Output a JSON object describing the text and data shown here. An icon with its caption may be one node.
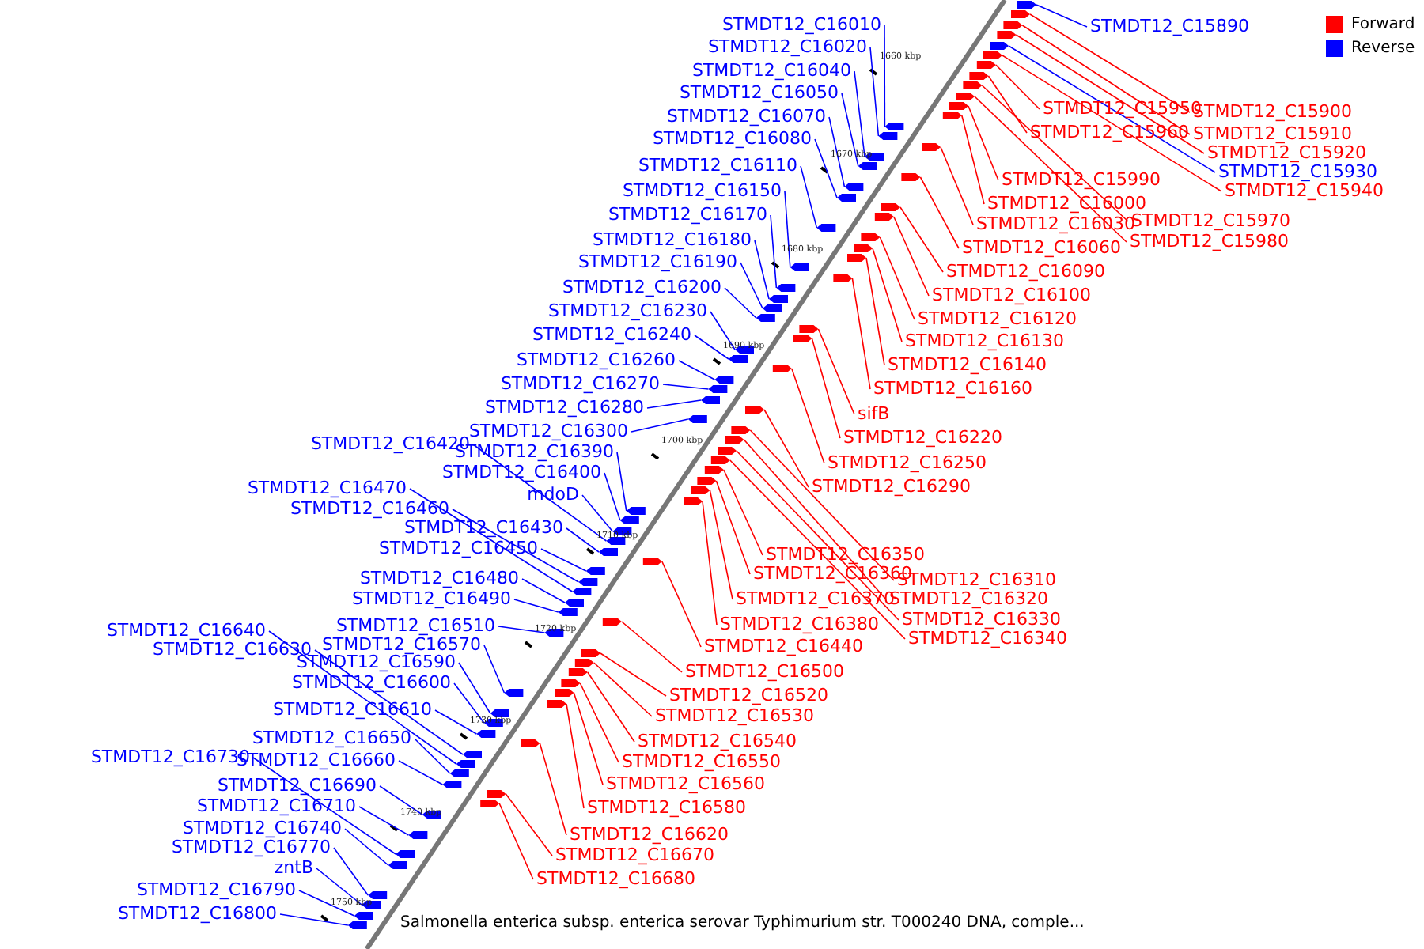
{
  "diagram": {
    "caption": "Salmonella enterica subsp. enterica serovar Typhimurium str. T000240 DNA, comple...",
    "nodes": [
      {
        "text": [
          "STMDT12_C16010"
        ]
      },
      {
        "text": [
          "STMDT12_C15890"
        ]
      },
      {
        "text": [
          "STMDT12_C16020"
        ]
      },
      {
        "text": [
          "STMDT12_C16040"
        ]
      },
      {
        "text": [
          "STMDT12_C16050"
        ]
      },
      {
        "text": [
          "STMDT12_C15950"
        ]
      },
      {
        "text": [
          "STMDT12_C15900"
        ]
      },
      {
        "text": [
          "STMDT12_C16070"
        ]
      },
      {
        "text": [
          "STMDT12_C15960"
        ]
      },
      {
        "text": [
          "STMDT12_C15910"
        ]
      },
      {
        "text": [
          "STMDT12_C16080"
        ]
      },
      {
        "text": [
          "STMDT12_C15920"
        ]
      },
      {
        "text": [
          "STMDT12_C16110"
        ]
      },
      {
        "text": [
          "STMDT12_C15930"
        ]
      },
      {
        "text": [
          "STMDT12_C15990"
        ]
      },
      {
        "text": [
          "STMDT12_C16150"
        ]
      },
      {
        "text": [
          "STMDT12_C15940"
        ]
      },
      {
        "text": [
          "STMDT12_C16000"
        ]
      },
      {
        "text": [
          "STMDT12_C16170"
        ]
      },
      {
        "text": [
          "STMDT12_C15970"
        ]
      },
      {
        "text": [
          "STMDT12_C16030"
        ]
      },
      {
        "text": [
          "STMDT12_C16180"
        ]
      },
      {
        "text": [
          "STMDT12_C15980"
        ]
      },
      {
        "text": [
          "STMDT12_C16060"
        ]
      },
      {
        "text": [
          "STMDT12_C16190"
        ]
      },
      {
        "text": [
          "STMDT12_C16090"
        ]
      },
      {
        "text": [
          "STMDT12_C16200"
        ]
      },
      {
        "text": [
          "STMDT12_C16100"
        ]
      },
      {
        "text": [
          "STMDT12_C16230"
        ]
      },
      {
        "text": [
          "STMDT12_C16120"
        ]
      },
      {
        "text": [
          "STMDT12_C16240"
        ]
      },
      {
        "text": [
          "STMDT12_C16130"
        ]
      },
      {
        "text": [
          "STMDT12_C16260"
        ]
      },
      {
        "text": [
          "STMDT12_C16140"
        ]
      },
      {
        "text": [
          "STMDT12_C16270"
        ]
      },
      {
        "text": [
          "STMDT12_C16160"
        ]
      },
      {
        "text": [
          "STMDT12_C16280"
        ]
      },
      {
        "text": [
          "sifB"
        ]
      },
      {
        "text": [
          "STMDT12_C16300"
        ]
      },
      {
        "text": [
          "STMDT12_C16220"
        ]
      },
      {
        "text": [
          "STMDT12_C16420"
        ]
      },
      {
        "text": [
          "STMDT12_C16390"
        ]
      },
      {
        "text": [
          "STMDT12_C16250"
        ]
      },
      {
        "text": [
          "STMDT12_C16400"
        ]
      },
      {
        "text": [
          "STMDT12_C16290"
        ]
      },
      {
        "text": [
          "STMDT12_C16470"
        ]
      },
      {
        "text": [
          "mdoD"
        ]
      },
      {
        "text": [
          "STMDT12_C16460"
        ]
      },
      {
        "text": [
          "STMDT12_C16430"
        ]
      },
      {
        "text": [
          "STMDT12_C16450"
        ]
      },
      {
        "text": [
          "STMDT12_C16350"
        ]
      },
      {
        "text": [
          "STMDT12_C16360"
        ]
      },
      {
        "text": [
          "STMDT12_C16480"
        ]
      },
      {
        "text": [
          "STMDT12_C16310"
        ]
      },
      {
        "text": [
          "STMDT12_C16490"
        ]
      },
      {
        "text": [
          "STMDT12_C16370"
        ]
      },
      {
        "text": [
          "STMDT12_C16320"
        ]
      },
      {
        "text": [
          "STMDT12_C16330"
        ]
      },
      {
        "text": [
          "STMDT12_C16380"
        ]
      },
      {
        "text": [
          "STMDT12_C16510"
        ]
      },
      {
        "text": [
          "STMDT12_C16640"
        ]
      },
      {
        "text": [
          "STMDT12_C16340"
        ]
      },
      {
        "text": [
          "STMDT12_C16570"
        ]
      },
      {
        "text": [
          "STMDT12_C16440"
        ]
      },
      {
        "text": [
          "STMDT12_C16630"
        ]
      },
      {
        "text": [
          "STMDT12_C16590"
        ]
      },
      {
        "text": [
          "STMDT12_C16500"
        ]
      },
      {
        "text": [
          "STMDT12_C16600"
        ]
      },
      {
        "text": [
          "STMDT12_C16520"
        ]
      },
      {
        "text": [
          "STMDT12_C16610"
        ]
      },
      {
        "text": [
          "STMDT12_C16530"
        ]
      },
      {
        "text": [
          "STMDT12_C16650"
        ]
      },
      {
        "text": [
          "STMDT12_C16540"
        ]
      },
      {
        "text": [
          "STMDT12_C16730"
        ]
      },
      {
        "text": [
          "STMDT12_C16660"
        ]
      },
      {
        "text": [
          "STMDT12_C16550"
        ]
      },
      {
        "text": [
          "STMDT12_C16560"
        ]
      },
      {
        "text": [
          "STMDT12_C16690"
        ]
      },
      {
        "text": [
          "STMDT12_C16710"
        ]
      },
      {
        "text": [
          "STMDT12_C16580"
        ]
      },
      {
        "text": [
          "STMDT12_C16740"
        ]
      },
      {
        "text": [
          "STMDT12_C16620"
        ]
      },
      {
        "text": [
          "STMDT12_C16770"
        ]
      },
      {
        "text": [
          "STMDT12_C16670"
        ]
      },
      {
        "text": [
          "zntB"
        ]
      },
      {
        "text": [
          "STMDT12_C16680"
        ]
      },
      {
        "text": [
          "STMDT12_C16790"
        ]
      },
      {
        "text": [
          "STMDT12_C16800"
        ]
      },
      {
        "text": [],
        "shape": "arrow"
      },
      {
        "text": [],
        "shape": "arrow"
      },
      {
        "text": [],
        "shape": "arrow"
      },
      {
        "text": [],
        "shape": "arrow"
      },
      {
        "text": [],
        "shape": "arrow"
      },
      {
        "text": [],
        "shape": "arrow"
      },
      {
        "text": [],
        "shape": "arrow"
      },
      {
        "text": [],
        "shape": "arrow"
      },
      {
        "text": [],
        "shape": "arrow"
      },
      {
        "text": [],
        "shape": "arrow"
      },
      {
        "text": [],
        "shape": "arrow"
      },
      {
        "text": [],
        "shape": "arrow"
      },
      {
        "text": [],
        "shape": "arrow"
      },
      {
        "text": [],
        "shape": "arrow"
      },
      {
        "text": [],
        "shape": "arrow"
      },
      {
        "text": [],
        "shape": "arrow"
      },
      {
        "text": [],
        "shape": "arrow"
      },
      {
        "text": [],
        "shape": "arrow"
      },
      {
        "text": [],
        "shape": "arrow"
      },
      {
        "text": [],
        "shape": "arrow"
      },
      {
        "text": [],
        "shape": "arrow"
      },
      {
        "text": [],
        "shape": "arrow"
      },
      {
        "text": [],
        "shape": "arrow"
      },
      {
        "text": [],
        "shape": "arrow"
      },
      {
        "text": [],
        "shape": "arrow"
      },
      {
        "text": [],
        "shape": "arrow"
      },
      {
        "text": [],
        "shape": "arrow"
      },
      {
        "text": [],
        "shape": "arrow"
      },
      {
        "text": [],
        "shape": "arrow"
      },
      {
        "text": [],
        "shape": "arrow"
      },
      {
        "text": [],
        "shape": "arrow"
      },
      {
        "text": [],
        "shape": "arrow"
      },
      {
        "text": [],
        "shape": "arrow"
      },
      {
        "text": [],
        "shape": "arrow"
      },
      {
        "text": [],
        "shape": "arrow"
      },
      {
        "text": [],
        "shape": "arrow"
      },
      {
        "text": [],
        "shape": "arrow"
      },
      {
        "text": [],
        "shape": "arrow"
      },
      {
        "text": [],
        "shape": "arrow"
      },
      {
        "text": [],
        "shape": "arrow"
      },
      {
        "text": [],
        "shape": "arrow"
      },
      {
        "text": [],
        "shape": "arrow"
      },
      {
        "text": [],
        "shape": "arrow"
      },
      {
        "text": [],
        "shape": "arrow"
      },
      {
        "text": [],
        "shape": "arrow"
      },
      {
        "text": [],
        "shape": "arrow"
      },
      {
        "text": [],
        "shape": "arrow"
      },
      {
        "text": [],
        "shape": "arrow"
      },
      {
        "text": [],
        "shape": "arrow"
      },
      {
        "text": [],
        "shape": "arrow"
      },
      {
        "text": [],
        "shape": "arrow"
      },
      {
        "text": [],
        "shape": "arrow"
      },
      {
        "text": [],
        "shape": "arrow"
      },
      {
        "text": [],
        "shape": "arrow"
      },
      {
        "text": [],
        "shape": "arrow"
      },
      {
        "text": [],
        "shape": "arrow"
      },
      {
        "text": [],
        "shape": "arrow"
      },
      {
        "text": [],
        "shape": "arrow"
      },
      {
        "text": [],
        "shape": "arrow"
      },
      {
        "text": [],
        "shape": "arrow"
      },
      {
        "text": [],
        "shape": "arrow"
      },
      {
        "text": [],
        "shape": "arrow"
      },
      {
        "text": [],
        "shape": "arrow"
      },
      {
        "text": [],
        "shape": "arrow"
      },
      {
        "text": [],
        "shape": "arrow"
      },
      {
        "text": [],
        "shape": "arrow"
      },
      {
        "text": [],
        "shape": "arrow"
      },
      {
        "text": [],
        "shape": "arrow"
      },
      {
        "text": [],
        "shape": "arrow"
      },
      {
        "text": [],
        "shape": "arrow"
      },
      {
        "text": [],
        "shape": "arrow"
      },
      {
        "text": [],
        "shape": "arrow"
      },
      {
        "text": [],
        "shape": "arrow"
      },
      {
        "text": [],
        "shape": "arrow"
      },
      {
        "text": [],
        "shape": "arrow"
      },
      {
        "text": [],
        "shape": "arrow"
      },
      {
        "text": [],
        "shape": "arrow"
      },
      {
        "text": [],
        "shape": "arrow"
      },
      {
        "text": [],
        "shape": "arrow"
      },
      {
        "text": [],
        "shape": "arrow"
      },
      {
        "text": [],
        "shape": "arrow"
      },
      {
        "text": [],
        "shape": "arrow"
      },
      {
        "text": [],
        "shape": "arrow"
      },
      {
        "text": [],
        "shape": "arrow"
      },
      {
        "text": [],
        "shape": "arrow"
      },
      {
        "text": [],
        "shape": "arrow"
      },
      {
        "text": [],
        "shape": "arrow"
      },
      {
        "text": [],
        "shape": "arrow"
      }
    ],
    "edges": [
      {
        "from": 0,
        "to": 100,
        "arrow": "none",
        "color": "#0000ff"
      },
      {
        "from": 1,
        "to": 88,
        "arrow": "none",
        "color": "#0000ff"
      },
      {
        "from": 2,
        "to": 101,
        "arrow": "none",
        "color": "#0000ff"
      },
      {
        "from": 3,
        "to": 103,
        "arrow": "none",
        "color": "#0000ff"
      },
      {
        "from": 4,
        "to": 104,
        "arrow": "none",
        "color": "#0000ff"
      },
      {
        "from": 5,
        "to": 94,
        "arrow": "none",
        "color": "#ff0000"
      },
      {
        "from": 6,
        "to": 89,
        "arrow": "none",
        "color": "#ff0000"
      },
      {
        "from": 7,
        "to": 106,
        "arrow": "none",
        "color": "#0000ff"
      },
      {
        "from": 8,
        "to": 95,
        "arrow": "none",
        "color": "#ff0000"
      },
      {
        "from": 9,
        "to": 90,
        "arrow": "none",
        "color": "#ff0000"
      },
      {
        "from": 10,
        "to": 107,
        "arrow": "none",
        "color": "#0000ff"
      },
      {
        "from": 11,
        "to": 91,
        "arrow": "none",
        "color": "#ff0000"
      },
      {
        "from": 12,
        "to": 110,
        "arrow": "none",
        "color": "#0000ff"
      },
      {
        "from": 13,
        "to": 92,
        "arrow": "none",
        "color": "#0000ff"
      },
      {
        "from": 14,
        "to": 98,
        "arrow": "none",
        "color": "#ff0000"
      },
      {
        "from": 15,
        "to": 114,
        "arrow": "none",
        "color": "#0000ff"
      },
      {
        "from": 16,
        "to": 93,
        "arrow": "none",
        "color": "#ff0000"
      },
      {
        "from": 17,
        "to": 99,
        "arrow": "none",
        "color": "#ff0000"
      },
      {
        "from": 18,
        "to": 116,
        "arrow": "none",
        "color": "#0000ff"
      },
      {
        "from": 19,
        "to": 96,
        "arrow": "none",
        "color": "#ff0000"
      },
      {
        "from": 20,
        "to": 102,
        "arrow": "none",
        "color": "#ff0000"
      },
      {
        "from": 21,
        "to": 117,
        "arrow": "none",
        "color": "#0000ff"
      },
      {
        "from": 22,
        "to": 97,
        "arrow": "none",
        "color": "#ff0000"
      },
      {
        "from": 23,
        "to": 105,
        "arrow": "none",
        "color": "#ff0000"
      },
      {
        "from": 24,
        "to": 118,
        "arrow": "none",
        "color": "#0000ff"
      },
      {
        "from": 25,
        "to": 108,
        "arrow": "none",
        "color": "#ff0000"
      },
      {
        "from": 26,
        "to": 119,
        "arrow": "none",
        "color": "#0000ff"
      },
      {
        "from": 27,
        "to": 109,
        "arrow": "none",
        "color": "#ff0000"
      },
      {
        "from": 28,
        "to": 122,
        "arrow": "none",
        "color": "#0000ff"
      },
      {
        "from": 29,
        "to": 111,
        "arrow": "none",
        "color": "#ff0000"
      },
      {
        "from": 30,
        "to": 123,
        "arrow": "none",
        "color": "#0000ff"
      },
      {
        "from": 31,
        "to": 112,
        "arrow": "none",
        "color": "#ff0000"
      },
      {
        "from": 32,
        "to": 125,
        "arrow": "none",
        "color": "#0000ff"
      },
      {
        "from": 33,
        "to": 113,
        "arrow": "none",
        "color": "#ff0000"
      },
      {
        "from": 34,
        "to": 126,
        "arrow": "none",
        "color": "#0000ff"
      },
      {
        "from": 35,
        "to": 115,
        "arrow": "none",
        "color": "#ff0000"
      },
      {
        "from": 36,
        "to": 127,
        "arrow": "none",
        "color": "#0000ff"
      },
      {
        "from": 37,
        "to": 120,
        "arrow": "none",
        "color": "#ff0000"
      },
      {
        "from": 38,
        "to": 129,
        "arrow": "none",
        "color": "#0000ff"
      },
      {
        "from": 39,
        "to": 121,
        "arrow": "none",
        "color": "#ff0000"
      },
      {
        "from": 40,
        "to": 141,
        "arrow": "none",
        "color": "#0000ff"
      },
      {
        "from": 41,
        "to": 138,
        "arrow": "none",
        "color": "#0000ff"
      },
      {
        "from": 42,
        "to": 124,
        "arrow": "none",
        "color": "#ff0000"
      },
      {
        "from": 43,
        "to": 139,
        "arrow": "none",
        "color": "#0000ff"
      },
      {
        "from": 44,
        "to": 128,
        "arrow": "none",
        "color": "#ff0000"
      },
      {
        "from": 45,
        "to": 146,
        "arrow": "none",
        "color": "#0000ff"
      },
      {
        "from": 46,
        "to": 140,
        "arrow": "none",
        "color": "#0000ff"
      },
      {
        "from": 47,
        "to": 145,
        "arrow": "none",
        "color": "#0000ff"
      },
      {
        "from": 48,
        "to": 142,
        "arrow": "none",
        "color": "#0000ff"
      },
      {
        "from": 49,
        "to": 144,
        "arrow": "none",
        "color": "#0000ff"
      },
      {
        "from": 50,
        "to": 134,
        "arrow": "none",
        "color": "#ff0000"
      },
      {
        "from": 51,
        "to": 135,
        "arrow": "none",
        "color": "#ff0000"
      },
      {
        "from": 52,
        "to": 147,
        "arrow": "none",
        "color": "#0000ff"
      },
      {
        "from": 53,
        "to": 130,
        "arrow": "none",
        "color": "#ff0000"
      },
      {
        "from": 54,
        "to": 148,
        "arrow": "none",
        "color": "#0000ff"
      },
      {
        "from": 55,
        "to": 136,
        "arrow": "none",
        "color": "#ff0000"
      },
      {
        "from": 56,
        "to": 131,
        "arrow": "none",
        "color": "#ff0000"
      },
      {
        "from": 57,
        "to": 132,
        "arrow": "none",
        "color": "#ff0000"
      },
      {
        "from": 58,
        "to": 137,
        "arrow": "none",
        "color": "#ff0000"
      },
      {
        "from": 59,
        "to": 150,
        "arrow": "none",
        "color": "#0000ff"
      },
      {
        "from": 60,
        "to": 163,
        "arrow": "none",
        "color": "#0000ff"
      },
      {
        "from": 61,
        "to": 133,
        "arrow": "none",
        "color": "#ff0000"
      },
      {
        "from": 62,
        "to": 155,
        "arrow": "none",
        "color": "#0000ff"
      },
      {
        "from": 63,
        "to": 143,
        "arrow": "none",
        "color": "#ff0000"
      },
      {
        "from": 64,
        "to": 162,
        "arrow": "none",
        "color": "#0000ff"
      },
      {
        "from": 65,
        "to": 158,
        "arrow": "none",
        "color": "#0000ff"
      },
      {
        "from": 66,
        "to": 149,
        "arrow": "none",
        "color": "#ff0000"
      },
      {
        "from": 67,
        "to": 159,
        "arrow": "none",
        "color": "#0000ff"
      },
      {
        "from": 68,
        "to": 151,
        "arrow": "none",
        "color": "#ff0000"
      },
      {
        "from": 69,
        "to": 160,
        "arrow": "none",
        "color": "#0000ff"
      },
      {
        "from": 70,
        "to": 152,
        "arrow": "none",
        "color": "#ff0000"
      },
      {
        "from": 71,
        "to": 164,
        "arrow": "none",
        "color": "#0000ff"
      },
      {
        "from": 72,
        "to": 153,
        "arrow": "none",
        "color": "#ff0000"
      },
      {
        "from": 73,
        "to": 170,
        "arrow": "none",
        "color": "#0000ff"
      },
      {
        "from": 74,
        "to": 165,
        "arrow": "none",
        "color": "#0000ff"
      },
      {
        "from": 75,
        "to": 154,
        "arrow": "none",
        "color": "#ff0000"
      },
      {
        "from": 76,
        "to": 156,
        "arrow": "none",
        "color": "#ff0000"
      },
      {
        "from": 77,
        "to": 168,
        "arrow": "none",
        "color": "#0000ff"
      },
      {
        "from": 78,
        "to": 169,
        "arrow": "none",
        "color": "#0000ff"
      },
      {
        "from": 79,
        "to": 157,
        "arrow": "none",
        "color": "#ff0000"
      },
      {
        "from": 80,
        "to": 171,
        "arrow": "none",
        "color": "#0000ff"
      },
      {
        "from": 81,
        "to": 161,
        "arrow": "none",
        "color": "#ff0000"
      },
      {
        "from": 82,
        "to": 172,
        "arrow": "none",
        "color": "#0000ff"
      },
      {
        "from": 83,
        "to": 166,
        "arrow": "none",
        "color": "#ff0000"
      },
      {
        "from": 84,
        "to": 173,
        "arrow": "none",
        "color": "#0000ff"
      },
      {
        "from": 85,
        "to": 167,
        "arrow": "none",
        "color": "#ff0000"
      },
      {
        "from": 86,
        "to": 174,
        "arrow": "none",
        "color": "#0000ff"
      },
      {
        "from": 87,
        "to": 175,
        "arrow": "none",
        "color": "#0000ff"
      }
    ],
    "labels": [
      "1660 kbp",
      "1670 kbp",
      "1680 kbp",
      "1690 kbp",
      "1700 kbp",
      "1710 kbp",
      "1720 kbp",
      "1730 kbp",
      "1740 kbp",
      "1750 kbp"
    ],
    "legend": [
      {
        "text": "Forward",
        "color": "#ff0000"
      },
      {
        "text": "Reverse",
        "color": "#0000ff"
      }
    ]
  }
}
